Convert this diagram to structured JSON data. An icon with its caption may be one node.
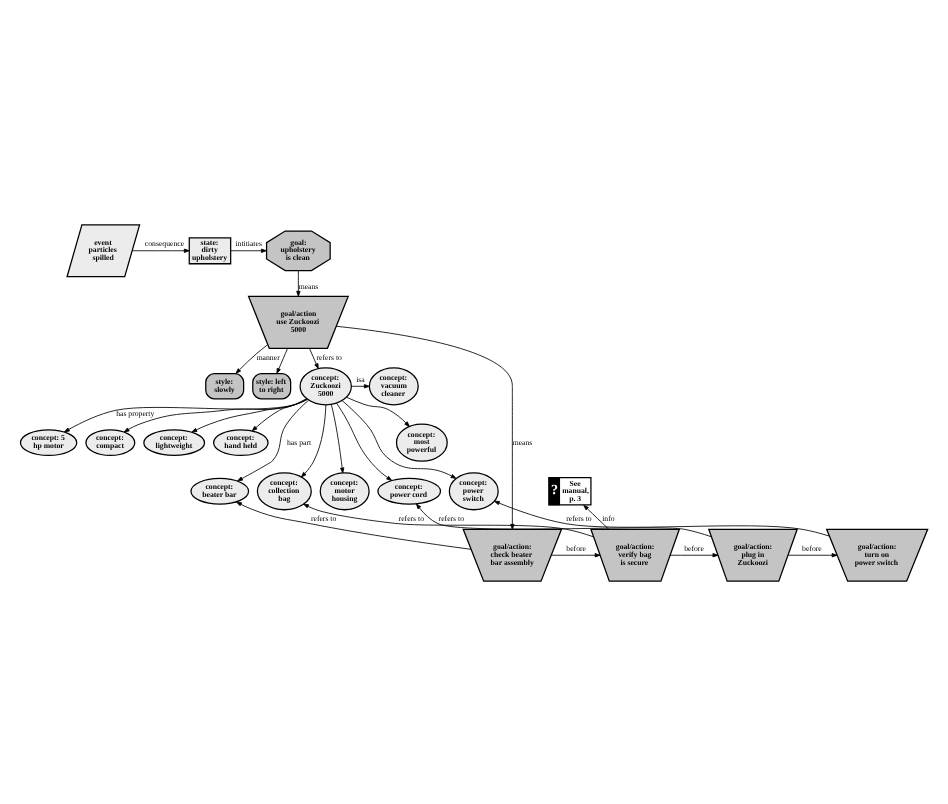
{
  "diagram": {
    "nodes": [
      {
        "text": [
          "event particles spilled"
        ]
      },
      {
        "text": [
          "state: dirty upholstery"
        ]
      },
      {
        "text": [
          "goal: upholstery is clean"
        ]
      },
      {
        "text": [
          "goal/action use Zuckoozi 5000"
        ]
      },
      {
        "text": [
          "style: slowly"
        ]
      },
      {
        "text": [
          "style: left to right"
        ]
      },
      {
        "text": [
          "concept: Zuckoozi 5000"
        ]
      },
      {
        "text": [
          "concept: vacuum cleaner"
        ]
      },
      {
        "text": [
          "concept: 5 hp motor"
        ]
      },
      {
        "text": [
          "concept: compact"
        ]
      },
      {
        "text": [
          "concept: lightweight"
        ]
      },
      {
        "text": [
          "concept: hand held"
        ]
      },
      {
        "text": [
          "?",
          "See manual, p. 3"
        ]
      },
      {
        "text": [
          "concept: beater bar"
        ]
      },
      {
        "text": [
          "concept: collection bag"
        ]
      },
      {
        "text": [
          "concept: motor housing"
        ]
      },
      {
        "text": [
          "concept: power cord"
        ]
      },
      {
        "text": [
          "concept: power switch"
        ]
      },
      {
        "text": [
          "concept: most powerful"
        ]
      },
      {
        "text": [
          "goal/action: check beater bar assembly"
        ]
      },
      {
        "text": [
          "goal/action: verify bag is secure"
        ]
      },
      {
        "text": [
          "goal/action: plug in Zuckoozi"
        ]
      },
      {
        "text": [
          "goal/action: turn on power switch"
        ]
      }
    ],
    "edges": [
      {
        "from": 0,
        "to": 1,
        "arrow": "to",
        "label": "consequence"
      },
      {
        "from": 1,
        "to": 2,
        "arrow": "to",
        "label": "intitiates"
      },
      {
        "from": 2,
        "to": 3,
        "arrow": "to",
        "label": "means"
      },
      {
        "from": 3,
        "to": 19,
        "arrow": "to",
        "label": "means"
      },
      {
        "from": 3,
        "to": 4,
        "arrow": "to",
        "label": "manner"
      },
      {
        "from": 3,
        "to": 5,
        "arrow": "to"
      },
      {
        "from": 3,
        "to": 6,
        "arrow": "to",
        "label": "refers to"
      },
      {
        "from": 6,
        "to": 7,
        "arrow": "to",
        "label": "isa"
      },
      {
        "from": 6,
        "to": 8,
        "arrow": "to",
        "label": "has property"
      },
      {
        "from": 6,
        "to": 9,
        "arrow": "to"
      },
      {
        "from": 6,
        "to": 10,
        "arrow": "to"
      },
      {
        "from": 6,
        "to": 11,
        "arrow": "to"
      },
      {
        "from": 6,
        "to": 18,
        "arrow": "to"
      },
      {
        "from": 6,
        "to": 13,
        "arrow": "to",
        "label": "has part"
      },
      {
        "from": 6,
        "to": 14,
        "arrow": "to"
      },
      {
        "from": 6,
        "to": 15,
        "arrow": "to"
      },
      {
        "from": 6,
        "to": 16,
        "arrow": "to"
      },
      {
        "from": 6,
        "to": 17,
        "arrow": "to"
      },
      {
        "from": 19,
        "to": 13,
        "arrow": "to",
        "label": "refers to"
      },
      {
        "from": 20,
        "to": 14,
        "arrow": "to",
        "label": "refers to"
      },
      {
        "from": 21,
        "to": 16,
        "arrow": "to",
        "label": "refers to"
      },
      {
        "from": 22,
        "to": 17,
        "arrow": "to",
        "label": "refers to"
      },
      {
        "from": 20,
        "to": 12,
        "arrow": "to",
        "label": "info"
      },
      {
        "from": 19,
        "to": 20,
        "arrow": "to",
        "label": "before"
      },
      {
        "from": 20,
        "to": 21,
        "arrow": "to",
        "label": "before"
      },
      {
        "from": 21,
        "to": 22,
        "arrow": "to",
        "label": "before"
      }
    ]
  }
}
